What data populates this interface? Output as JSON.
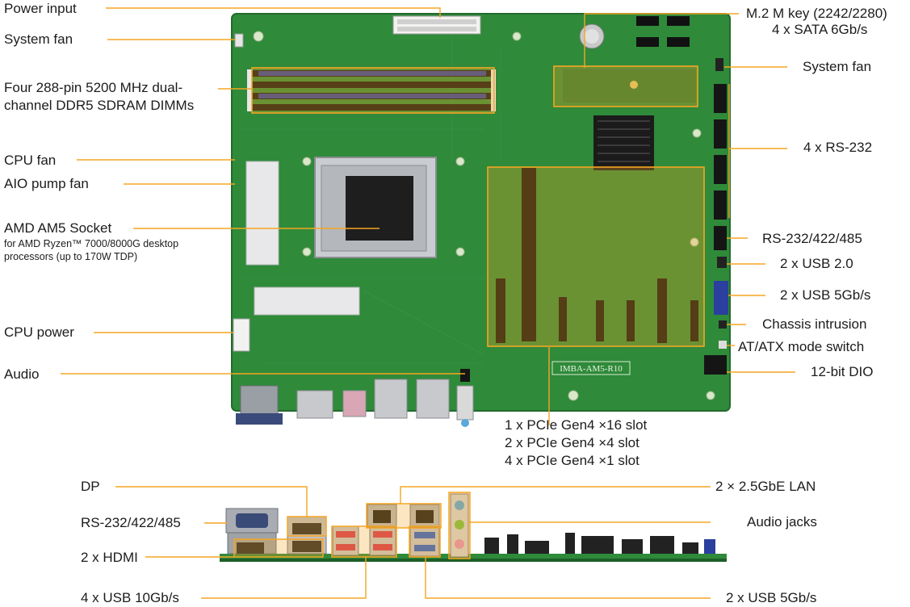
{
  "board": {
    "model_marking": "IMBA-AM5-R10"
  },
  "top_view": {
    "left_labels": {
      "power_input": "Power input",
      "system_fan_left": "System fan",
      "dimm_line1": "Four 288-pin 5200 MHz dual-",
      "dimm_line2": "channel DDR5 SDRAM DIMMs",
      "cpu_fan": "CPU fan",
      "aio_pump_fan": "AIO pump fan",
      "socket_title": "AMD AM5 Socket",
      "socket_sub_line1": "for AMD Ryzen™ 7000/8000G desktop",
      "socket_sub_line2": "processors (up to 170W TDP)",
      "cpu_power": "CPU power",
      "audio": "Audio"
    },
    "right_labels": {
      "m2": "M.2 M key (2242/2280)",
      "sata": "4 x SATA 6Gb/s",
      "system_fan_right": "System fan",
      "rs232": "4 x RS-232",
      "rs232_422_485": "RS-232/422/485",
      "usb20": "2 x USB 2.0",
      "usb5": "2 x USB 5Gb/s",
      "chassis": "Chassis intrusion",
      "atx": "AT/ATX mode switch",
      "dio": "12-bit DIO"
    },
    "slots": {
      "line1": "1 x PCIe Gen4 ×16 slot",
      "line2": "2 x PCIe Gen4 ×4 slot",
      "line3": "4 x PCIe Gen4 ×1 slot"
    }
  },
  "io_view": {
    "dp": "DP",
    "rs": "RS-232/422/485",
    "hdmi": "2 x HDMI",
    "usb10": "4 x USB 10Gb/s",
    "lan": "2 × 2.5GbE LAN",
    "audio_jacks": "Audio jacks",
    "usb5": "2 x USB 5Gb/s"
  },
  "colors": {
    "pcb": "#2f8a3a",
    "pcb_dark": "#1f6e2a",
    "callout": "#f5a623",
    "dimm_slot": "#2b3f9e",
    "highlight_fill": "#f5a623"
  }
}
